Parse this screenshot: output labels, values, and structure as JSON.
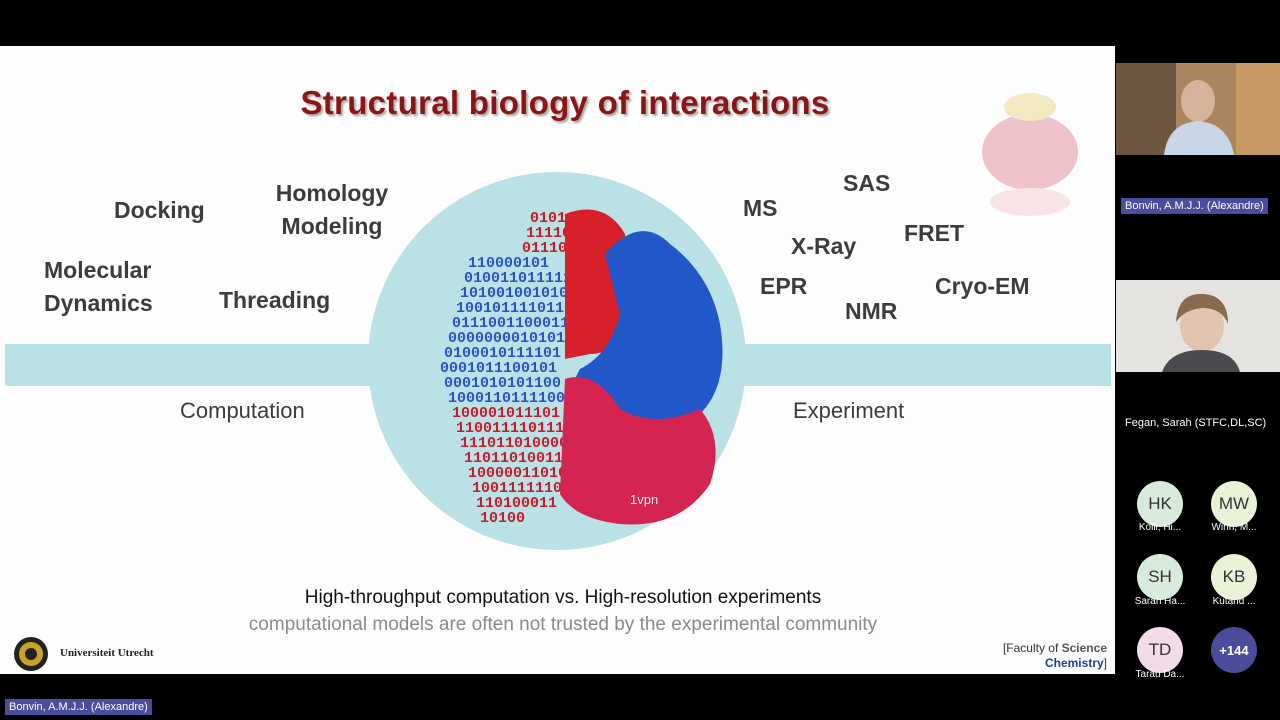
{
  "slide": {
    "title": "Structural biology of interactions",
    "computation_terms": {
      "docking": "Docking",
      "homology_line1": "Homology",
      "homology_line2": "Modeling",
      "md_line1": "Molecular",
      "md_line2": "Dynamics",
      "threading": "Threading"
    },
    "experiment_terms": {
      "sas": "SAS",
      "ms": "MS",
      "xray": "X-Ray",
      "fret": "FRET",
      "epr": "EPR",
      "nmr": "NMR",
      "cryoem": "Cryo-EM"
    },
    "computation_label": "Computation",
    "experiment_label": "Experiment",
    "pdb_label": "1vpn",
    "subtitle_main": "High-throughput computation vs. High-resolution experiments",
    "subtitle_secondary": "computational models are often not trusted by the experimental community",
    "university_name": "Universiteit Utrecht",
    "faculty_prefix": "[Faculty of ",
    "faculty_bold": "Science",
    "faculty_dept": "Chemistry",
    "faculty_suffix": "]",
    "binary_rows": [
      "01011101",
      "11110000",
      "011101000",
      "110000101",
      "0100110111110",
      "10100100101011",
      "1001011110110",
      "01110011000110",
      "00000000101010",
      "0100010111101",
      "0001011100101",
      "0001010101100",
      "1000110111100",
      "100001011101",
      "11001111011101",
      "111011010000",
      "1101101001101",
      "10000011010",
      "10011111101",
      "110100011",
      "10100"
    ]
  },
  "participants": {
    "speaker_tag": "Bonvin, A.M.J.J. (Alexandre)",
    "second_video_name": "Fegan, Sarah (STFC,DL,SC)",
    "avatars": [
      {
        "initials": "HK",
        "name": "Kolli, Hi...",
        "color": "#d7eadc"
      },
      {
        "initials": "MW",
        "name": "Winn, M...",
        "color": "#e9f2d6"
      },
      {
        "initials": "SH",
        "name": "Sarah Ha...",
        "color": "#d7eadc"
      },
      {
        "initials": "KB",
        "name": "Kutand ...",
        "color": "#e9f2d6"
      },
      {
        "initials": "TD",
        "name": "Tarau Da...",
        "color": "#f3dcea"
      }
    ],
    "more_count": "+144"
  },
  "footer": {
    "active_speaker_tag": "Bonvin, A.M.J.J. (Alexandre)"
  }
}
